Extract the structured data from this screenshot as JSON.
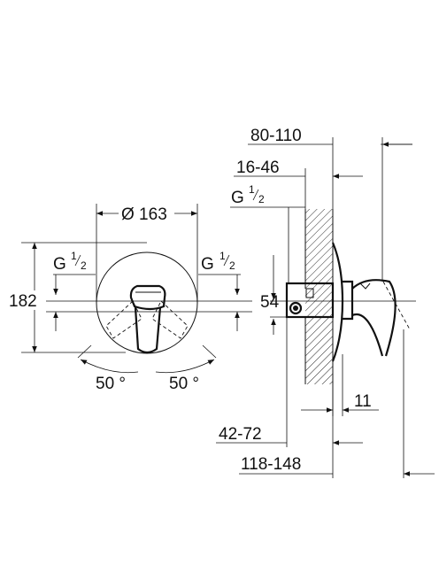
{
  "front_view": {
    "diameter": "Ø 163",
    "height": "182",
    "thread_left": {
      "letter": "G",
      "num": "1",
      "den": "2"
    },
    "thread_right": {
      "letter": "G",
      "num": "1",
      "den": "2"
    },
    "angle_left": "50 °",
    "angle_right": "50 °"
  },
  "side_view": {
    "depth_total": "80-110",
    "cover_depth": "16-46",
    "thread": {
      "letter": "G",
      "num": "1",
      "den": "2"
    },
    "offset_height": "54",
    "body_depth": "42-72",
    "total_projection": "118-148",
    "plate_thickness": "11"
  }
}
